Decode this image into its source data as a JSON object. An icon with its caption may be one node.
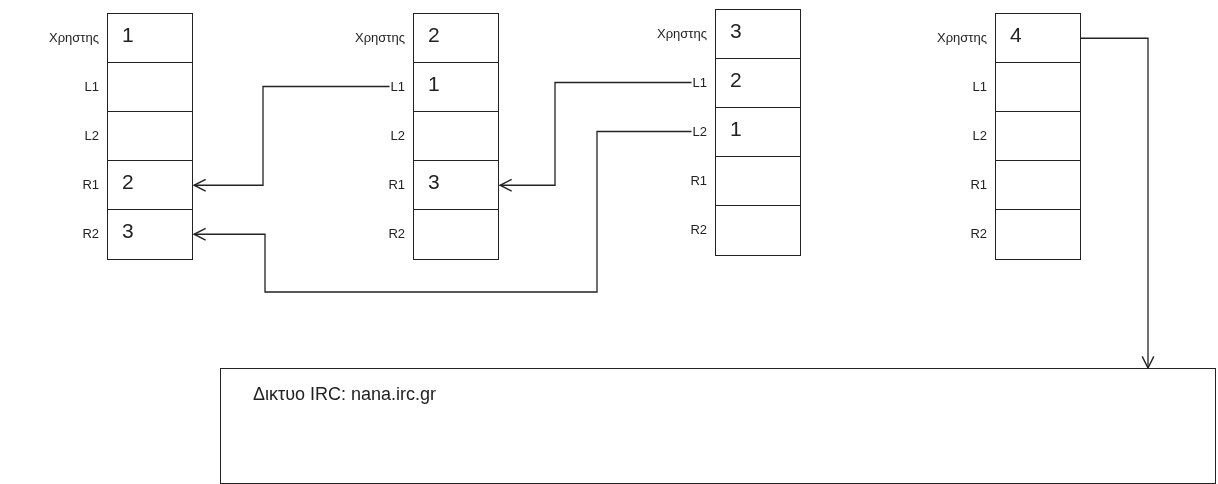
{
  "diagram": {
    "nodes": [
      {
        "text": [
          "Χρηστης"
        ]
      },
      {
        "text": [
          "1"
        ]
      },
      {
        "text": [
          "L1"
        ]
      },
      {
        "text": [],
        "shape": "box"
      },
      {
        "text": [
          "L2"
        ]
      },
      {
        "text": [],
        "shape": "box"
      },
      {
        "text": [
          "R1"
        ]
      },
      {
        "text": [
          "2"
        ]
      },
      {
        "text": [
          "R2"
        ]
      },
      {
        "text": [
          "3"
        ]
      },
      {
        "text": [
          "Χρηστης"
        ]
      },
      {
        "text": [
          "2"
        ]
      },
      {
        "text": [
          "L1"
        ]
      },
      {
        "text": [
          "1"
        ]
      },
      {
        "text": [
          "L2"
        ]
      },
      {
        "text": [],
        "shape": "box"
      },
      {
        "text": [
          "R1"
        ]
      },
      {
        "text": [
          "3"
        ]
      },
      {
        "text": [
          "R2"
        ]
      },
      {
        "text": [],
        "shape": "box"
      },
      {
        "text": [
          "Χρηστης"
        ]
      },
      {
        "text": [
          "3"
        ]
      },
      {
        "text": [
          "L1"
        ]
      },
      {
        "text": [
          "2"
        ]
      },
      {
        "text": [
          "L2"
        ]
      },
      {
        "text": [
          "1"
        ]
      },
      {
        "text": [
          "R1"
        ]
      },
      {
        "text": [],
        "shape": "box"
      },
      {
        "text": [
          "R2"
        ]
      },
      {
        "text": [],
        "shape": "box"
      },
      {
        "text": [
          "Χρηστης"
        ]
      },
      {
        "text": [
          "4"
        ]
      },
      {
        "text": [
          "L1"
        ]
      },
      {
        "text": [],
        "shape": "box"
      },
      {
        "text": [
          "L2"
        ]
      },
      {
        "text": [],
        "shape": "box"
      },
      {
        "text": [
          "R1"
        ]
      },
      {
        "text": [],
        "shape": "box"
      },
      {
        "text": [
          "R2"
        ]
      },
      {
        "text": [],
        "shape": "box"
      },
      {
        "text": [
          "Δικτυο IRC: nana.irc.gr"
        ]
      }
    ],
    "edges": [
      {
        "from": 12,
        "to": 7,
        "arrow": "to"
      },
      {
        "from": 22,
        "to": 17,
        "arrow": "to"
      },
      {
        "from": 24,
        "to": 9,
        "arrow": "to"
      },
      {
        "from": 31,
        "to": 40,
        "arrow": "to"
      }
    ]
  }
}
